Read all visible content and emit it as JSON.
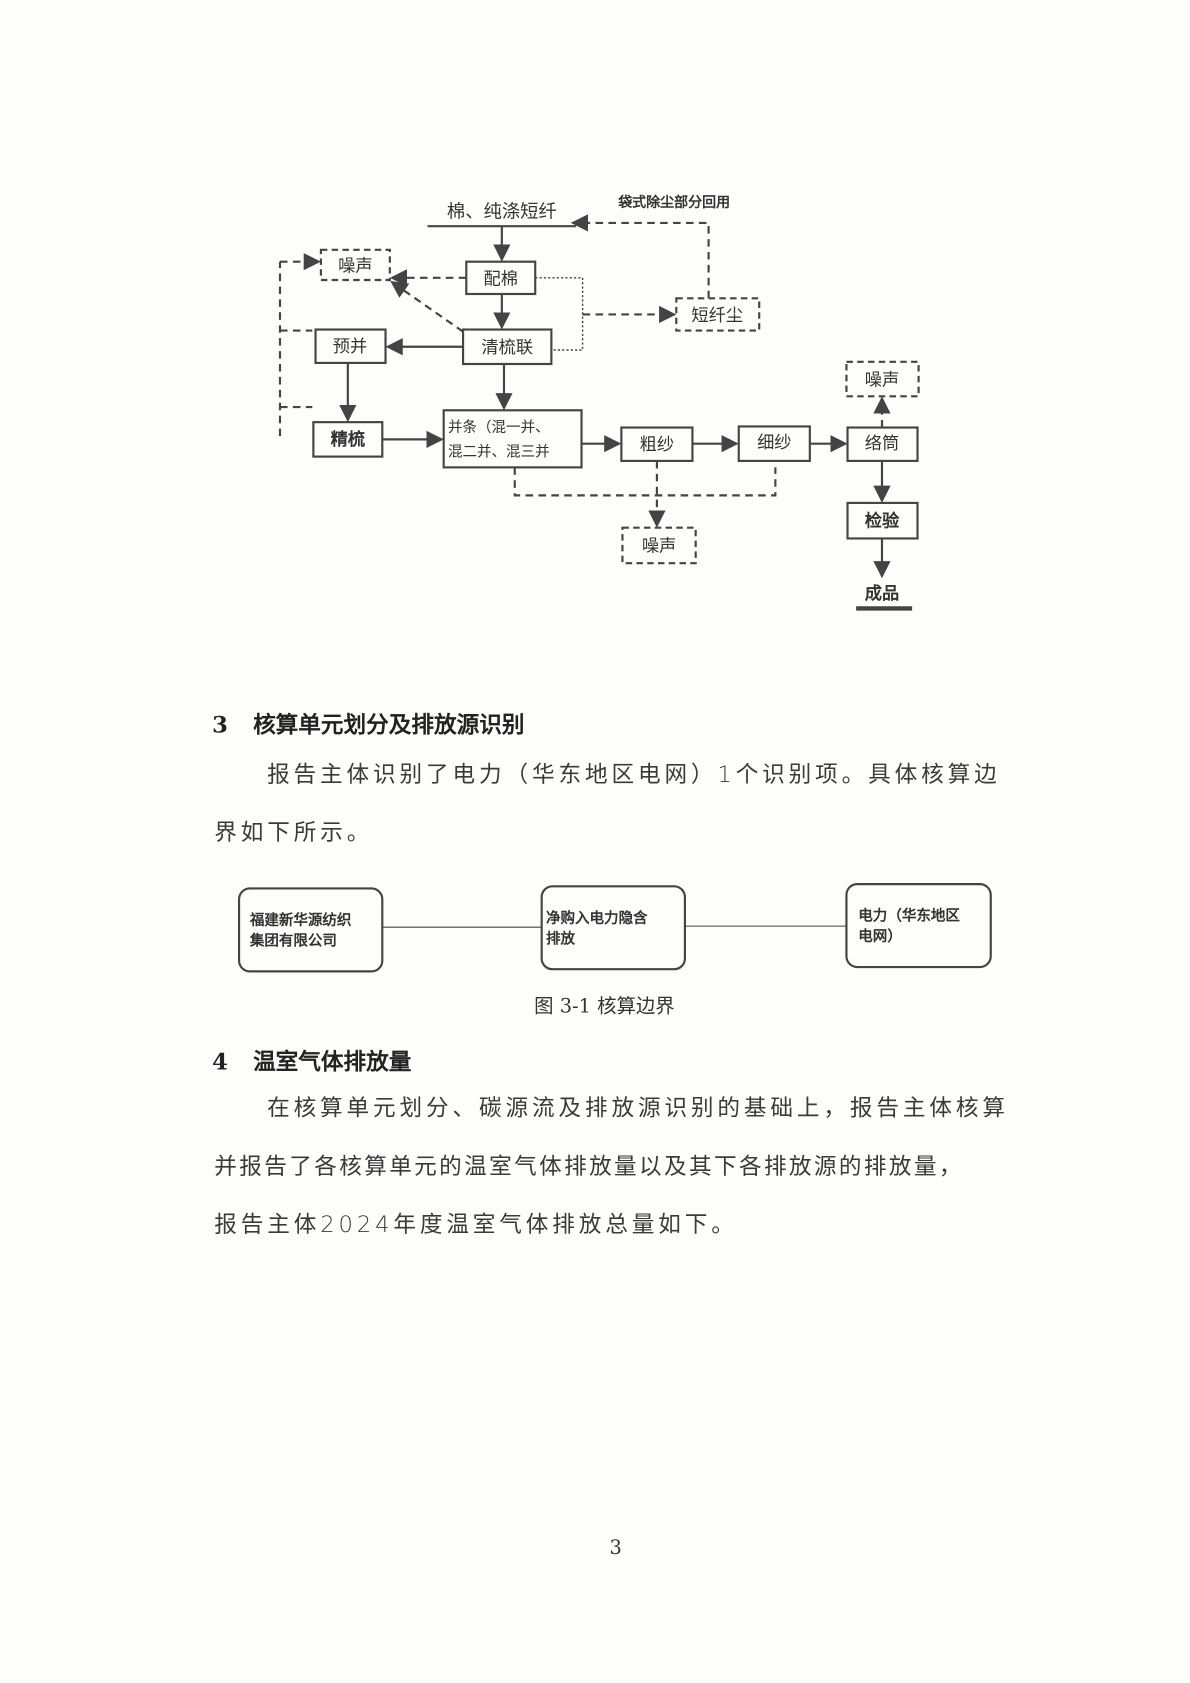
{
  "flowchart": {
    "raw_material": "棉、纯涤短纤",
    "recycle_label": "袋式除尘部分回用",
    "noise": "噪声",
    "peimian": "配棉",
    "dust": "短纤尘",
    "yubing": "预并",
    "qingshulian": "清梳联",
    "jingshu": "精梳",
    "bingtiao_line1": "并条（混一并、",
    "bingtiao_line2": "混二并、混三并",
    "cusha": "粗纱",
    "xisha": "细纱",
    "luotong": "络筒",
    "jianyan": "检验",
    "product": "成品"
  },
  "section3": {
    "number": "3",
    "title": "核算单元划分及排放源识别",
    "para_line1": "报告主体识别了电力（华东地区电网）1个识别项。具体核算边",
    "para_line2": "界如下所示。"
  },
  "boundary": {
    "box1_line1": "福建新华源纺织",
    "box1_line2": "集团有限公司",
    "box2_line1": "净购入电力隐含",
    "box2_line2": "排放",
    "box3_line1": "电力（华东地区",
    "box3_line2": "电网）",
    "caption": "图 3-1 核算边界"
  },
  "section4": {
    "number": "4",
    "title": "温室气体排放量",
    "para_line1": "在核算单元划分、碳源流及排放源识别的基础上，报告主体核算",
    "para_line2": "并报告了各核算单元的温室气体排放量以及其下各排放源的排放量，",
    "para_line3": "报告主体2024年度温室气体排放总量如下。"
  },
  "page_number": "3"
}
